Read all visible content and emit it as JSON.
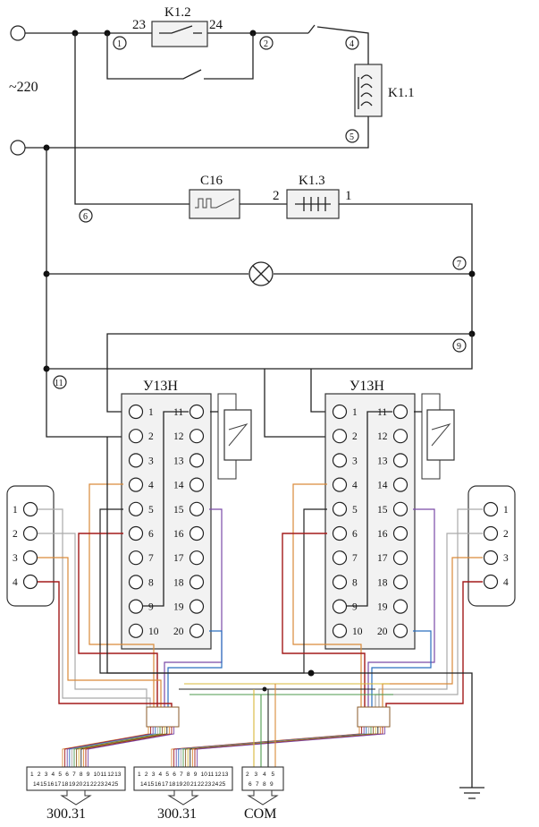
{
  "supply_label": "~220",
  "components": {
    "relay_contact": {
      "ref": "K1.2",
      "pin_a": "23",
      "pin_b": "24"
    },
    "relay_coil": {
      "ref": "K1.1"
    },
    "relay_timer": {
      "ref": "K1.3",
      "pin_a": "2",
      "pin_b": "1"
    },
    "switch": {
      "ref": "C16"
    },
    "module_left": {
      "title": "У13Н"
    },
    "module_right": {
      "title": "У13Н"
    }
  },
  "nodes": [
    "1",
    "2",
    "4",
    "5",
    "6",
    "7",
    "9",
    "11"
  ],
  "module_pins_left": [
    "1",
    "2",
    "3",
    "4",
    "5",
    "6",
    "7",
    "8",
    "9",
    "10"
  ],
  "module_pins_right": [
    "11",
    "12",
    "13",
    "14",
    "15",
    "16",
    "17",
    "18",
    "19",
    "20"
  ],
  "sensor_pins": [
    "1",
    "2",
    "3",
    "4"
  ],
  "connectors": {
    "left": {
      "label": "300.31",
      "row1": [
        "1",
        "2",
        "3",
        "4",
        "5",
        "6",
        "7",
        "8",
        "9",
        "10",
        "11",
        "12",
        "13"
      ],
      "row2": [
        "14",
        "15",
        "16",
        "17",
        "18",
        "19",
        "20",
        "21",
        "22",
        "23",
        "24",
        "25"
      ]
    },
    "middle": {
      "label": "300.31",
      "row1": [
        "1",
        "2",
        "3",
        "4",
        "5",
        "6",
        "7",
        "8",
        "9",
        "10",
        "11",
        "12",
        "13"
      ],
      "row2": [
        "14",
        "15",
        "16",
        "17",
        "18",
        "19",
        "20",
        "21",
        "22",
        "23",
        "24",
        "25"
      ]
    },
    "right": {
      "label": "COM",
      "row1": [
        "2",
        "3",
        "4",
        "5"
      ],
      "row2": [
        "6",
        "7",
        "8",
        "9"
      ]
    }
  },
  "wire_colors": {
    "orange": "#d98a3a",
    "red": "#a31a1a",
    "purple": "#7a4aa8",
    "blue": "#2a6fbf",
    "gray": "#aaaaaa",
    "green": "#4e9a4e",
    "brown": "#8a5a2a",
    "yellow": "#d8b83a",
    "dark": "#222222"
  }
}
